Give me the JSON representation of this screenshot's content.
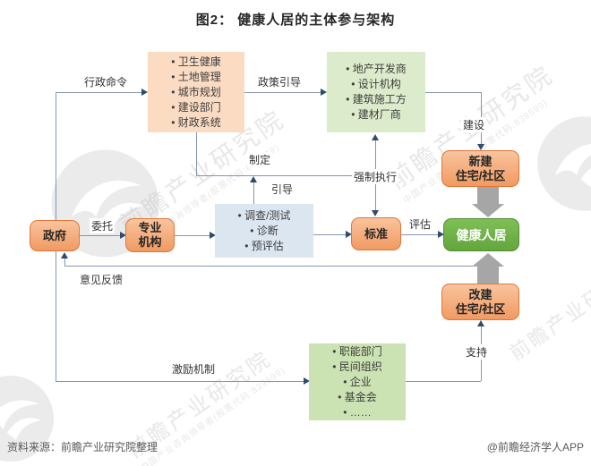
{
  "title": "图2：  健康人居的主体参与架构",
  "boxes": {
    "gov_departments": {
      "items": [
        "卫生健康",
        "土地管理",
        "城市规划",
        "建设部门",
        "财政系统"
      ]
    },
    "market_players": {
      "items": [
        "地产开发商",
        "设计机构",
        "建筑施工方",
        "建材厂商"
      ]
    },
    "assessment": {
      "items": [
        "调查/测试",
        "诊断",
        "预评估"
      ]
    },
    "support_orgs": {
      "items": [
        "职能部门",
        "民间组织",
        "企业",
        "基金会",
        "……"
      ]
    },
    "government": "政府",
    "agency": {
      "line1": "专业",
      "line2": "机构"
    },
    "standard": "标准",
    "healthy_living": "健康人居",
    "new_housing": {
      "line1": "新建",
      "line2": "住宅/社区"
    },
    "renovated_housing": {
      "line1": "改建",
      "line2": "住宅/社区"
    }
  },
  "edge_labels": {
    "admin_order": "行政命令",
    "policy_guide": "政策引导",
    "entrust": "委托",
    "formulate": "制定",
    "guide": "引导",
    "enforce": "强制执行",
    "evaluate": "评估",
    "build": "建设",
    "feedback": "意见反馈",
    "incentive": "激励机制",
    "support": "支持"
  },
  "watermark": {
    "brand": "前瞻产业研究院",
    "sub": "中国产业咨询领导者(股票代码:839599)"
  },
  "footer": {
    "source": "资料来源：前瞻产业研究院整理",
    "credit": "@前瞻经济学人APP"
  },
  "colors": {
    "node_orange_border": "#e0763b",
    "node_green_fill": "#6fb24a",
    "peach_fill": "#fbdcc3",
    "green_light_fill": "#dcebcb",
    "blue_light_fill": "#dce6f1",
    "line": "#8496ad",
    "arrowhead": "#2f4b6e",
    "gray_arrow": "#a6a6a6"
  }
}
